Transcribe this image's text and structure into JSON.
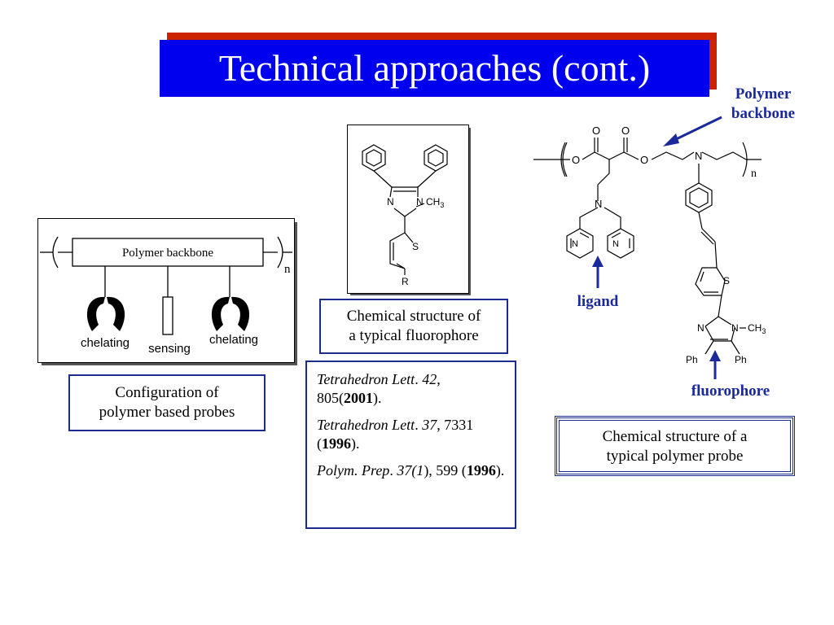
{
  "title": "Technical approaches (cont.)",
  "config": {
    "backbone_label": "Polymer backbone",
    "subscript_n": "n",
    "chelating_left": "chelating",
    "sensing": "sensing",
    "chelating_right": "chelating",
    "caption_line1": "Configuration of",
    "caption_line2": "polymer based probes"
  },
  "fluorophore": {
    "atoms": {
      "n1": "N",
      "n2": "N",
      "me": "CH",
      "me_sub": "3",
      "s": "S",
      "r": "R"
    },
    "caption_line1": "Chemical structure of",
    "caption_line2": "a typical fluorophore"
  },
  "references": [
    {
      "journal": "Tetrahedron Lett",
      "sep": ". ",
      "volume": "42",
      "pages": ", 805(",
      "year": "2001",
      "end": ")."
    },
    {
      "journal": "Tetrahedron Lett",
      "sep": ". ",
      "volume": "37",
      "pages": ", 7331 (",
      "year": "1996",
      "end": ")."
    },
    {
      "journal": "Polym. Prep",
      "sep": ". ",
      "volume": "37(1",
      "pages": "), 599 (",
      "year": "1996",
      "end": ")."
    }
  ],
  "polymer_probe": {
    "atoms": {
      "o_top1": "O",
      "o_top2": "O",
      "o_left": "O",
      "o_right": "O",
      "n_amine": "N",
      "n_bb": "N",
      "n_sub": "n",
      "n_py1": "N",
      "n_py2": "N",
      "s": "S",
      "n_im1": "N",
      "n_im2": "N",
      "me": "CH",
      "me_sub": "3",
      "ph1": "Ph",
      "ph2": "Ph"
    },
    "caption_line1": "Chemical structure of a",
    "caption_line2": "typical polymer probe"
  },
  "annotations": {
    "polymer_backbone_line1": "Polymer",
    "polymer_backbone_line2": "backbone",
    "ligand": "ligand",
    "fluorophore": "fluorophore"
  },
  "colors": {
    "title_bg": "#0000ee",
    "title_shadow": "#cc2200",
    "annot": "#1a2a9a",
    "border": "#1c2c8c"
  }
}
